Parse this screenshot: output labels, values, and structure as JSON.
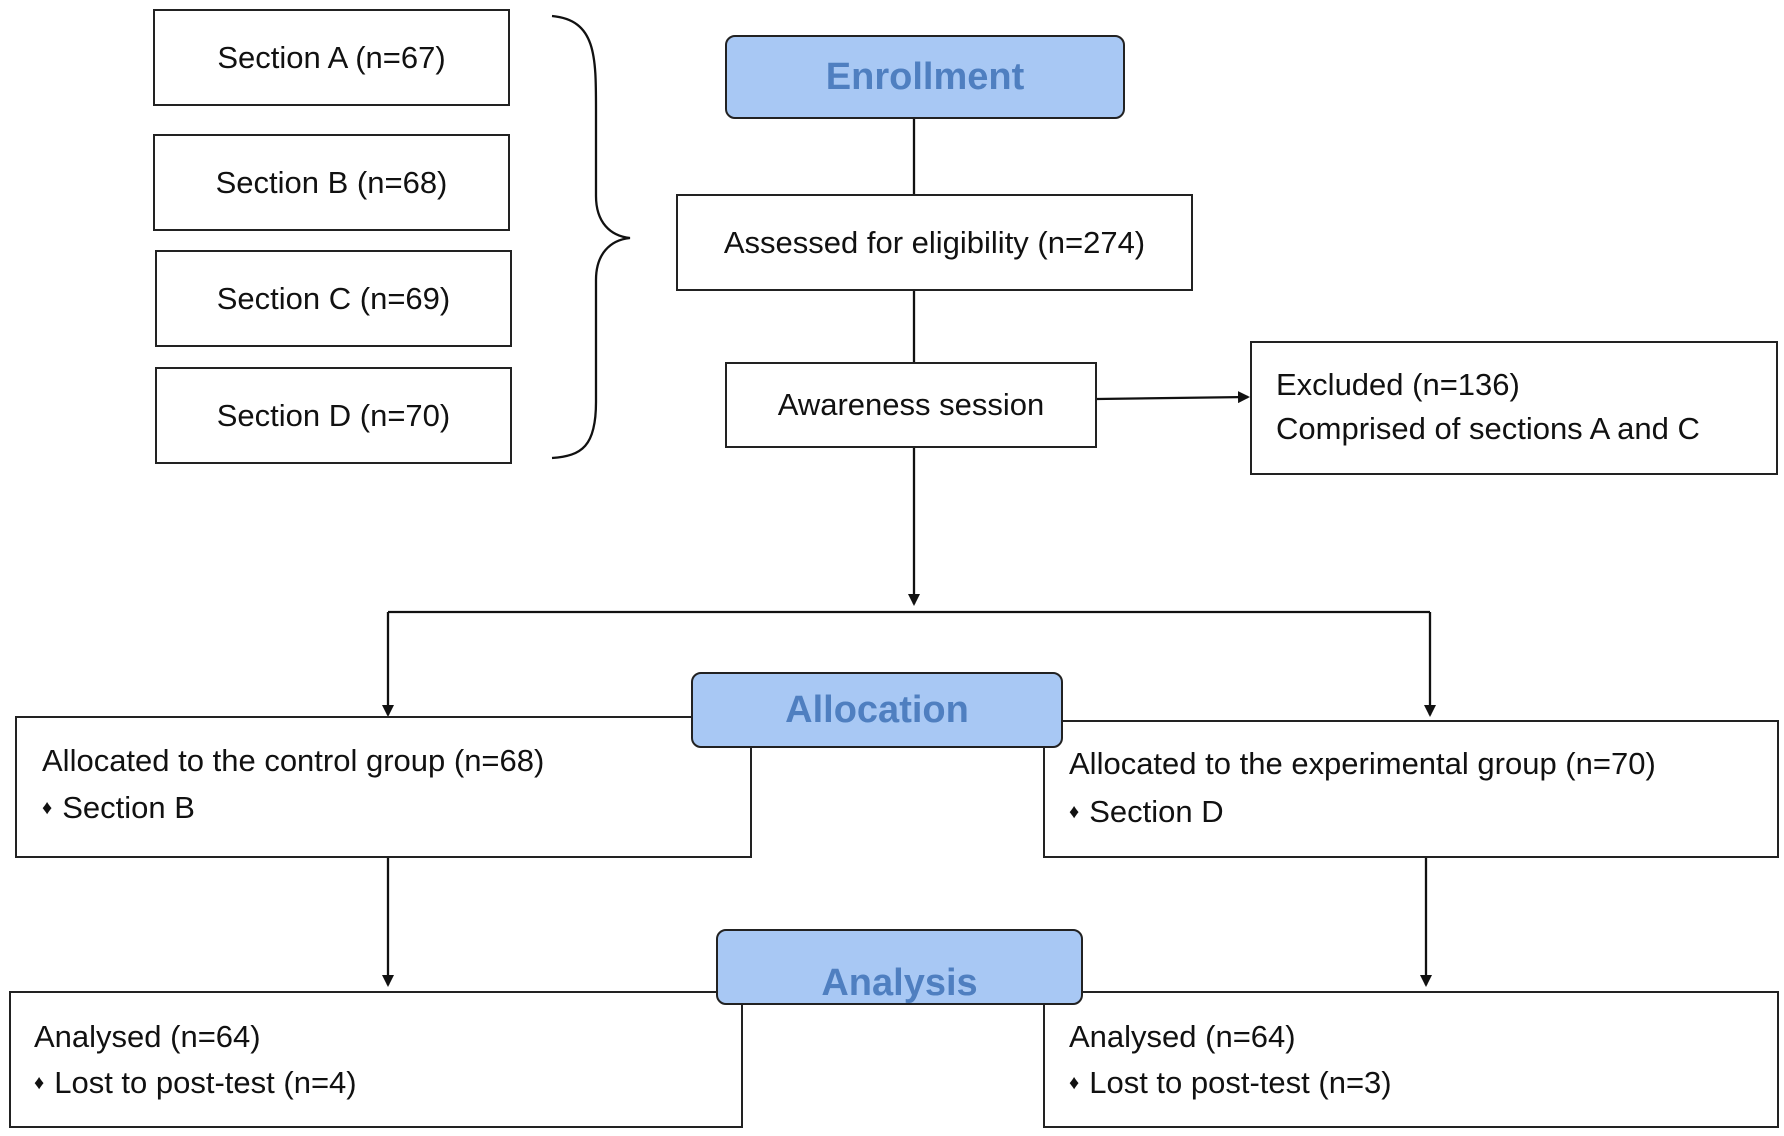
{
  "sections": [
    "Section A (n=67)",
    "Section B (n=68)",
    "Section C (n=69)",
    "Section D (n=70)"
  ],
  "headers": {
    "enrollment": "Enrollment",
    "allocation": "Allocation",
    "analysis": "Analysis"
  },
  "assessed": "Assessed for eligibility (n=274)",
  "awareness": "Awareness session",
  "excluded": {
    "line1": "Excluded (n=136)",
    "line2": "Comprised of sections A and C"
  },
  "control_group": {
    "title": "Allocated to the control group (n=68)",
    "bullet": "Section B"
  },
  "experimental_group": {
    "title": "Allocated to the experimental group (n=70)",
    "bullet": "Section D"
  },
  "analysis_left": {
    "title": "Analysed (n=64)",
    "bullet": "Lost to post-test (n=4)"
  },
  "analysis_right": {
    "title": "Analysed (n=64)",
    "bullet": "Lost to post-test (n=3)"
  },
  "bullet_glyph": "♦"
}
